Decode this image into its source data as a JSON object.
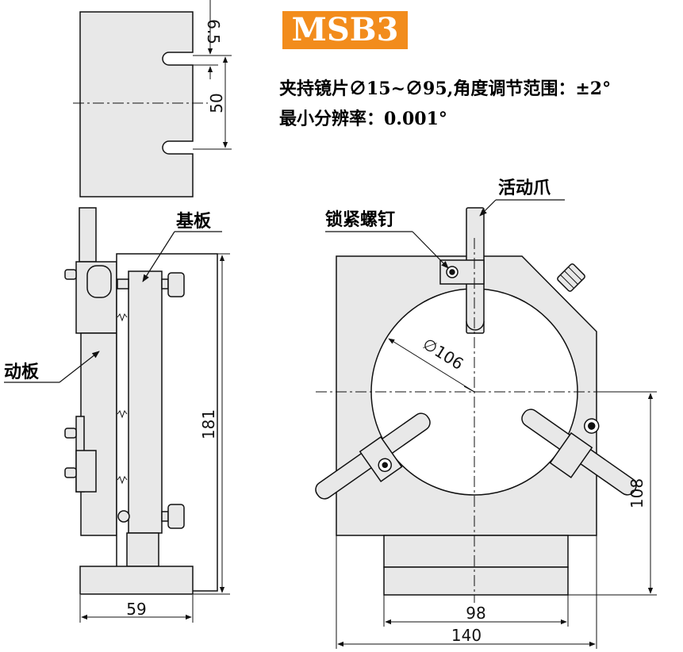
{
  "model": "MSB3",
  "spec": {
    "line1": "夹持镜片∅15~∅95,角度调节范围：±2°",
    "line2": "最小分辨率：0.001°"
  },
  "labels": {
    "base_plate": "基板",
    "moving_plate": "动板",
    "lock_screw": "锁紧螺钉",
    "movable_jaw": "活动爪"
  },
  "dimensions": {
    "slot_width": "6.5",
    "slot_spacing": "50",
    "side_height": "181",
    "side_width": "59",
    "aperture": "∅106",
    "center_height": "108",
    "base_width": "98",
    "total_width": "140"
  },
  "colors": {
    "badge": "#f28c1c",
    "fill": "#e8e8e8",
    "line": "#111111"
  }
}
